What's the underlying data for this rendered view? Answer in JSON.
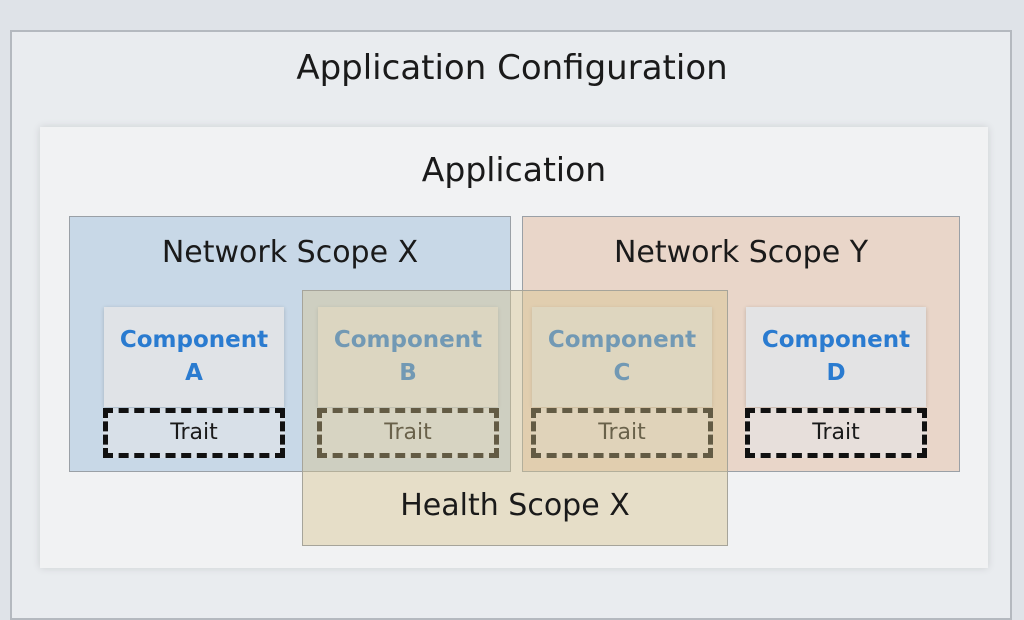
{
  "application_configuration": {
    "title": "Application Configuration"
  },
  "application": {
    "title": "Application"
  },
  "scopes": {
    "network_x": "Network Scope X",
    "network_y": "Network Scope Y",
    "health_x": "Health Scope X"
  },
  "components": [
    {
      "line1": "Component",
      "line2": "A",
      "trait": "Trait"
    },
    {
      "line1": "Component",
      "line2": "B",
      "trait": "Trait"
    },
    {
      "line1": "Component",
      "line2": "C",
      "trait": "Trait"
    },
    {
      "line1": "Component",
      "line2": "D",
      "trait": "Trait"
    }
  ],
  "colors": {
    "component_text": "#2a7bd0",
    "network_scope_x_fill": "#a0bedc",
    "network_scope_y_fill": "#e1b496",
    "health_scope_x_fill": "#d7c38c"
  }
}
